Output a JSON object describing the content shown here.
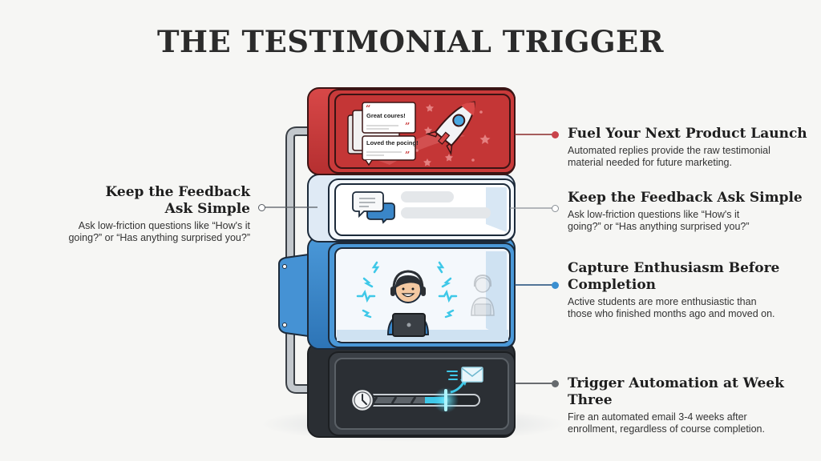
{
  "title": "THE TESTIMONIAL TRIGGER",
  "colors": {
    "red": "#c93a3a",
    "white_module": "#dfeaf5",
    "blue": "#3a86c8",
    "dark": "#34383d",
    "cyan": "#3ec8e8",
    "pipe": "#b8bec4"
  },
  "left_callout": {
    "heading_line1": "Keep the Feedback",
    "heading_line2": "Ask Simple",
    "body_line1": "Ask low-friction questions like “How's it",
    "body_line2": "going?” or “Has anything surprised you?”",
    "dot_icon": "hollow-circle-icon"
  },
  "right_callouts": [
    {
      "heading_line1": "Fuel Your Next Product Launch",
      "heading_line2": "",
      "body_line1": "Automated replies provide the raw testimonial",
      "body_line2": "material needed for future marketing.",
      "dot_color": "#c9434a"
    },
    {
      "heading_line1": "Keep the Feedback Ask Simple",
      "heading_line2": "",
      "body_line1": "Ask low-friction questions like “How's it",
      "body_line2": "going?” or “Has anything surprised you?”",
      "dot_color": "#c8ccd0"
    },
    {
      "heading_line1": "Capture Enthusiasm Before",
      "heading_line2": "Completion",
      "body_line1": "Active students are more enthusiastic than",
      "body_line2": "those who finished months ago and moved on.",
      "dot_color": "#3a8fd0"
    },
    {
      "heading_line1": "Trigger Automation at Week Three",
      "heading_line2": "",
      "body_line1": "Fire an automated email 3-4 weeks after",
      "body_line2": "enrollment, regardless of course completion.",
      "dot_color": "#666a6e"
    }
  ],
  "modules": {
    "top": {
      "name": "product-launch-module",
      "bubble1": "Great coures!",
      "bubble2": "Loved the pocing!",
      "icons": [
        "quote-icon",
        "rocket-icon",
        "star-icon"
      ]
    },
    "second": {
      "name": "feedback-module",
      "icons": [
        "chat-bubbles-icon"
      ]
    },
    "third": {
      "name": "enthusiasm-module",
      "icons": [
        "support-agent-icon",
        "laptop-icon",
        "lightning-icon",
        "faded-user-icon"
      ]
    },
    "bottom": {
      "name": "automation-module",
      "icons": [
        "clock-icon",
        "progress-bar-icon",
        "envelope-icon",
        "arrow-up-icon"
      ],
      "progress_percent": 75
    }
  }
}
